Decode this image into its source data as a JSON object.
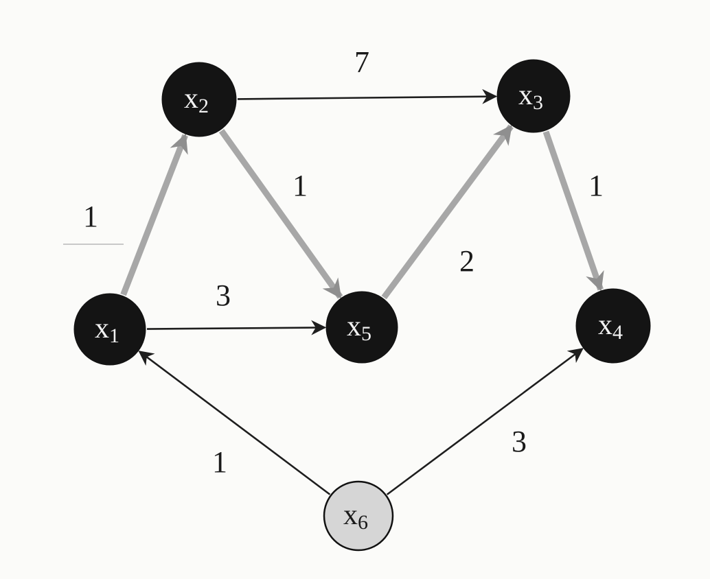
{
  "nodes": [
    {
      "id": "x1",
      "base": "x",
      "sub": "1",
      "style": "dark"
    },
    {
      "id": "x2",
      "base": "x",
      "sub": "2",
      "style": "dark"
    },
    {
      "id": "x3",
      "base": "x",
      "sub": "3",
      "style": "dark"
    },
    {
      "id": "x4",
      "base": "x",
      "sub": "4",
      "style": "dark"
    },
    {
      "id": "x5",
      "base": "x",
      "sub": "5",
      "style": "dark"
    },
    {
      "id": "x6",
      "base": "x",
      "sub": "6",
      "style": "light"
    }
  ],
  "edges": [
    {
      "from": "x2",
      "to": "x3",
      "weight": "7",
      "highlighted": false
    },
    {
      "from": "x1",
      "to": "x2",
      "weight": "1",
      "highlighted": true
    },
    {
      "from": "x2",
      "to": "x5",
      "weight": "1",
      "highlighted": true
    },
    {
      "from": "x5",
      "to": "x3",
      "weight": "2",
      "highlighted": true
    },
    {
      "from": "x3",
      "to": "x4",
      "weight": "1",
      "highlighted": true
    },
    {
      "from": "x1",
      "to": "x5",
      "weight": "3",
      "highlighted": false
    },
    {
      "from": "x6",
      "to": "x1",
      "weight": "1",
      "highlighted": false
    },
    {
      "from": "x6",
      "to": "x4",
      "weight": "3",
      "highlighted": false
    }
  ],
  "colors": {
    "dark_node": "#141414",
    "light_node": "#d6d6d6",
    "plain_edge": "#1e1e1e",
    "highlight_edge": "#a7a7a7",
    "light_label": "#f2f2f2",
    "dark_label": "#1a1a1a"
  }
}
